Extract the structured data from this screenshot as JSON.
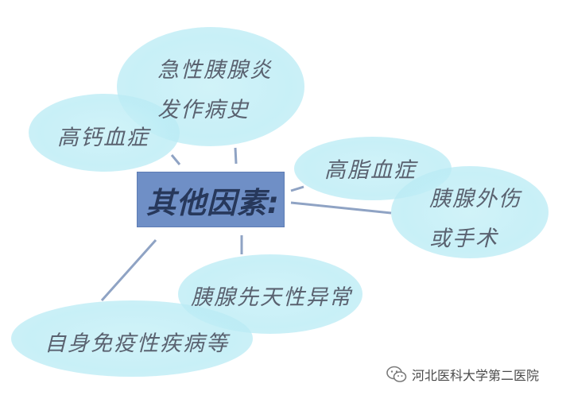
{
  "diagram": {
    "center": "其他因素:",
    "nodes": {
      "pancreatitis_line1": "急性胰腺炎",
      "pancreatitis_line2": "发作病史",
      "hypercalcemia": "高钙血症",
      "hyperlipidemia": "高脂血症",
      "trauma_line1": "胰腺外伤",
      "trauma_line2": "或手术",
      "congenital": "胰腺先天性异常",
      "autoimmune": "自身免疫性疾病等"
    }
  },
  "watermark": {
    "text": "河北医科大学第二医院",
    "icon": "wechat-icon"
  },
  "colors": {
    "bubble": "#bfedf5",
    "center_box": "#6f8fc6",
    "center_text": "#27385b",
    "connector": "#8fa3c4"
  }
}
